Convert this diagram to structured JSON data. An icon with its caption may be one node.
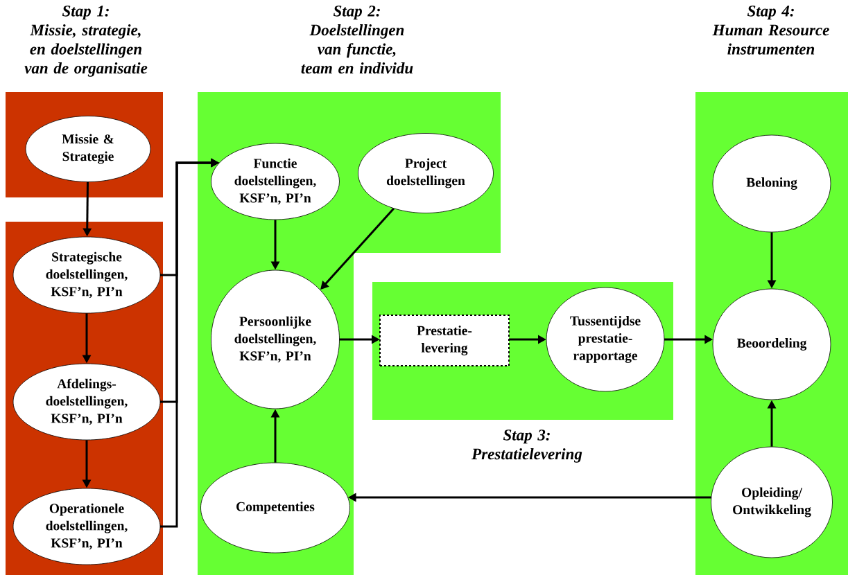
{
  "diagram": {
    "nodes": [
      {
        "text": [
          "Stap 1:",
          "Missie, strategie, en doelstellingen van de organisatie"
        ]
      },
      {
        "text": [
          "Missie & Strategie"
        ],
        "in": 0
      },
      {
        "text": [],
        "shape": "box"
      },
      {
        "text": [
          "Strategische doelstellingen, KSF’n, PI’n"
        ],
        "in": 2
      },
      {
        "text": [
          "Afdelings- doelstellingen, KSF’n, PI’n"
        ],
        "in": 2
      },
      {
        "text": [
          "Operationele doelstellingen, KSF’n, PI’n"
        ],
        "in": 2
      },
      {
        "text": [
          "Stap 2:",
          "Doelstellingen van functie, team en individu"
        ]
      },
      {
        "text": [
          "Functie doelstellingen, KSF’n, PI’n"
        ],
        "in": 6
      },
      {
        "text": [
          "Project doelstellingen"
        ],
        "in": 6
      },
      {
        "text": [
          "Persoonlijke doelstellingen, KSF’n, PI’n"
        ],
        "in": 6
      },
      {
        "text": [
          "Competenties"
        ],
        "in": 6
      },
      {
        "text": [
          "Stap 3:",
          "Prestatielevering"
        ]
      },
      {
        "text": [
          "Prestatie- levering"
        ],
        "in": 11
      },
      {
        "text": [
          "Tussentijdse prestatie- rapportage"
        ],
        "in": 11
      },
      {
        "text": [
          "Stap 4:",
          "Human Resource instrumenten"
        ]
      },
      {
        "text": [
          "Beloning"
        ],
        "in": 14
      },
      {
        "text": [
          "Beoordeling"
        ],
        "in": 14
      },
      {
        "text": [
          "Opleiding/ Ontwikkeling"
        ],
        "in": 14
      }
    ],
    "edges": [
      {
        "from": 1,
        "to": 3,
        "arrow": "to"
      },
      {
        "from": 3,
        "to": 4,
        "arrow": "to"
      },
      {
        "from": 4,
        "to": 5,
        "arrow": "to"
      },
      {
        "from": 3,
        "to": 7,
        "arrow": "to"
      },
      {
        "from": 4,
        "to": 7,
        "arrow": "to"
      },
      {
        "from": 5,
        "to": 7,
        "arrow": "to"
      },
      {
        "from": 7,
        "to": 9,
        "arrow": "to"
      },
      {
        "from": 8,
        "to": 9,
        "arrow": "to"
      },
      {
        "from": 10,
        "to": 9,
        "arrow": "to"
      },
      {
        "from": 9,
        "to": 12,
        "arrow": "to"
      },
      {
        "from": 12,
        "to": 13,
        "arrow": "to"
      },
      {
        "from": 13,
        "to": 16,
        "arrow": "to"
      },
      {
        "from": 15,
        "to": 16,
        "arrow": "to"
      },
      {
        "from": 17,
        "to": 16,
        "arrow": "to"
      },
      {
        "from": 17,
        "to": 10,
        "arrow": "to"
      }
    ]
  }
}
